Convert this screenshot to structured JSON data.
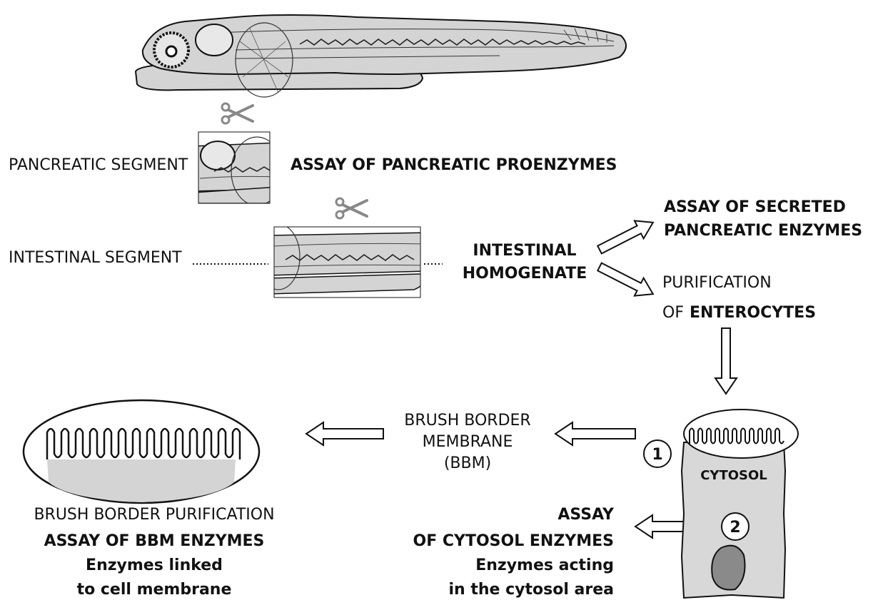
{
  "labels": {
    "pancreatic_segment": "PANCREATIC SEGMENT",
    "assay_pancreatic_proenzymes": "ASSAY OF PANCREATIC PROENZYMES",
    "intestinal_segment": "INTESTINAL SEGMENT",
    "intestinal_homogenate_line1": "INTESTINAL",
    "intestinal_homogenate_line2": "HOMOGENATE",
    "assay_secreted_line1": "ASSAY OF SECRETED",
    "assay_secreted_line2": "PANCREATIC ENZYMES",
    "purification_line1": "PURIFICATION",
    "purification_of": "OF",
    "purification_enterocytes": "ENTEROCYTES",
    "bbm_line1": "BRUSH BORDER",
    "bbm_line2": "MEMBRANE",
    "bbm_line3": "(BBM)",
    "cytosol": "CYTOSOL",
    "marker_1": "1",
    "marker_2": "2",
    "bb_purification": "BRUSH BORDER PURIFICATION",
    "assay_bbm_enzymes": "ASSAY OF BBM ENZYMES",
    "enzymes_linked_line1": "Enzymes linked",
    "enzymes_linked_line2": "to cell membrane",
    "assay_cytosol_line1": "ASSAY",
    "assay_cytosol_line2": "OF CYTOSOL ENZYMES",
    "enzymes_acting_line1": "Enzymes acting",
    "enzymes_acting_line2": "in the cytosol area"
  },
  "icons": [
    "scissors-icon",
    "arrow-icon"
  ],
  "colors": {
    "tissue_fill": "#d4d4d4",
    "cell_fill": "#d8d8d8",
    "nucleus_fill": "#8a8a8a",
    "outline": "#111111",
    "scissors": "#888888"
  }
}
